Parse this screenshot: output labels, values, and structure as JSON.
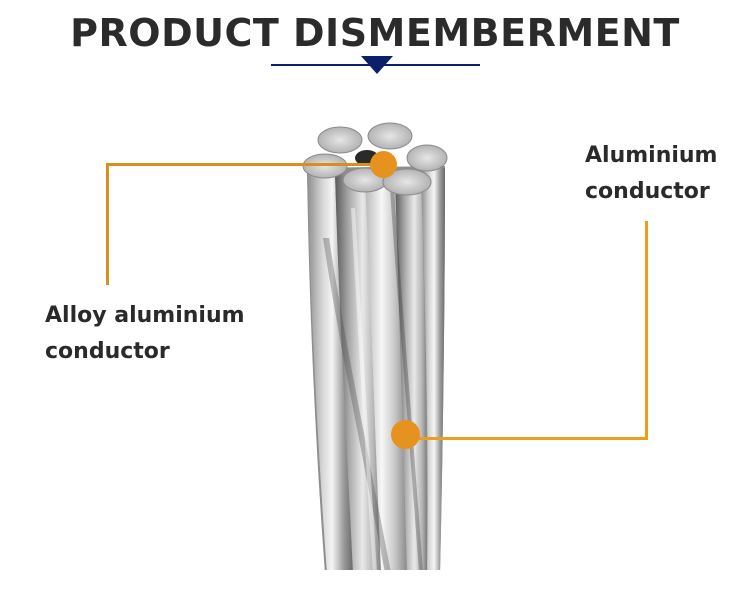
{
  "header": {
    "title": "PRODUCT DISMEMBERMENT"
  },
  "callouts": [
    {
      "id": "alloy",
      "label_line1": "Alloy aluminium",
      "label_line2": "conductor",
      "color": "#D88F1E"
    },
    {
      "id": "aluminium",
      "label_line1": "Aluminium",
      "label_line2": "conductor",
      "color": "#E9A01C"
    }
  ],
  "colors": {
    "title_text": "#2b2b2b",
    "divider": "#0b1f6b",
    "dot": "#E6921E",
    "background": "#ffffff"
  },
  "image": {
    "subject": "stranded-aluminium-conductor-cable"
  }
}
